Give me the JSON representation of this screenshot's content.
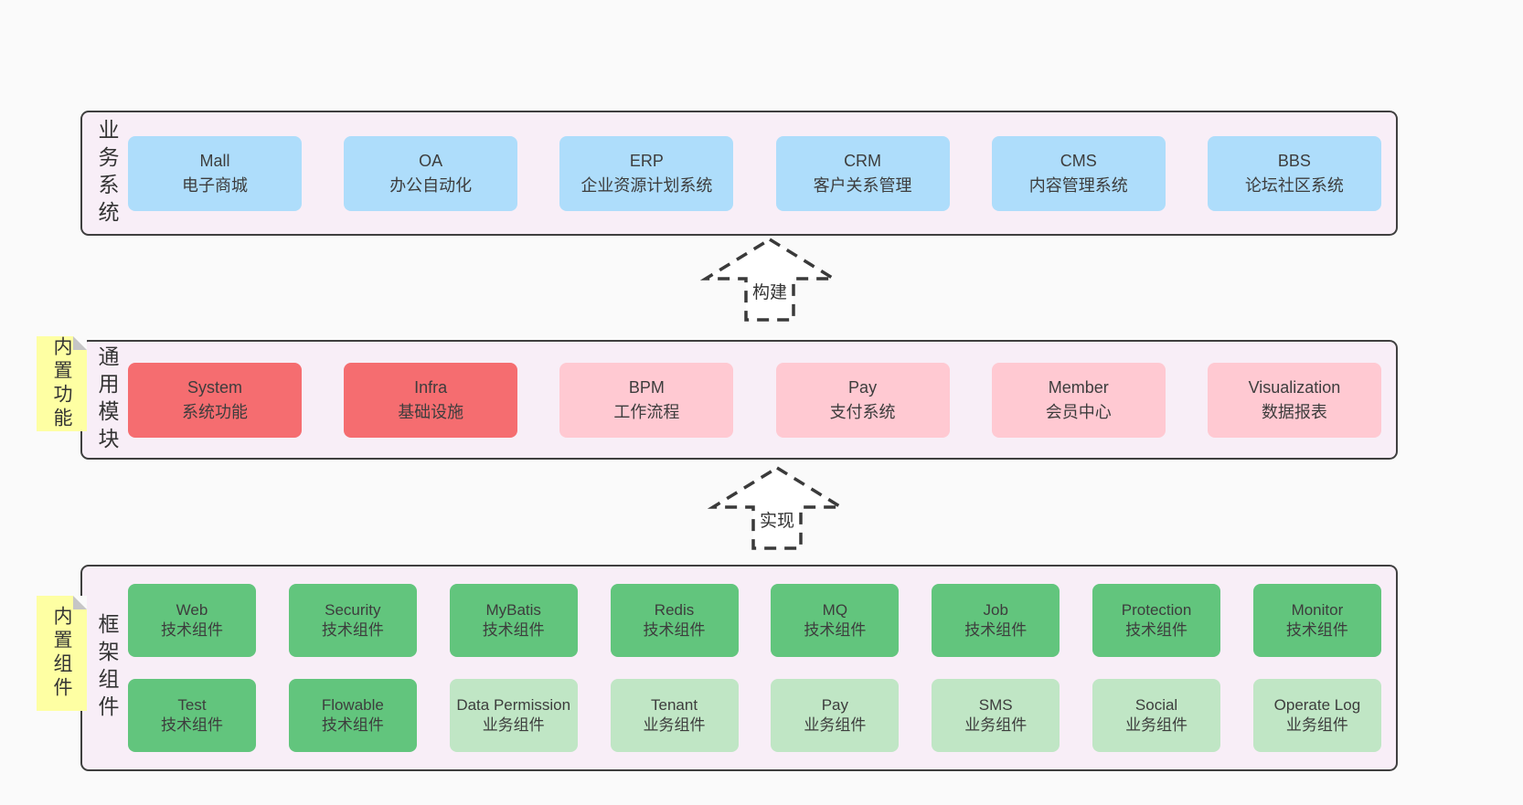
{
  "colors": {
    "page-bg": "#fafafa",
    "panel-bg": "#f8eef7",
    "panel-border": "#3f3f3f",
    "box-blue": "#aeddfb",
    "box-red": "#f56d70",
    "box-pink": "#ffc9d2",
    "box-green": "#62c57d",
    "box-green-light": "#c0e6c5",
    "note-bg": "#feffa3",
    "note-fold": "#c6c6c6",
    "text": "#3d3d3d",
    "arrow-stroke": "#3a3a3a"
  },
  "panels": [
    {
      "id": "business-systems",
      "label": "业务系统",
      "boxes": [
        {
          "en": "Mall",
          "zh": "电子商城",
          "variant": "blue"
        },
        {
          "en": "OA",
          "zh": "办公自动化",
          "variant": "blue"
        },
        {
          "en": "ERP",
          "zh": "企业资源计划系统",
          "variant": "blue"
        },
        {
          "en": "CRM",
          "zh": "客户关系管理",
          "variant": "blue"
        },
        {
          "en": "CMS",
          "zh": "内容管理系统",
          "variant": "blue"
        },
        {
          "en": "BBS",
          "zh": "论坛社区系统",
          "variant": "blue"
        }
      ]
    },
    {
      "id": "common-modules",
      "label": "通用模块",
      "note": "内置功能",
      "boxes": [
        {
          "en": "System",
          "zh": "系统功能",
          "variant": "red"
        },
        {
          "en": "Infra",
          "zh": "基础设施",
          "variant": "red"
        },
        {
          "en": "BPM",
          "zh": "工作流程",
          "variant": "pink"
        },
        {
          "en": "Pay",
          "zh": "支付系统",
          "variant": "pink"
        },
        {
          "en": "Member",
          "zh": "会员中心",
          "variant": "pink"
        },
        {
          "en": "Visualization",
          "zh": "数据报表",
          "variant": "pink"
        }
      ]
    },
    {
      "id": "framework-components",
      "label": "框架组件",
      "note": "内置组件",
      "rows": [
        [
          {
            "en": "Web",
            "zh": "技术组件",
            "variant": "green"
          },
          {
            "en": "Security",
            "zh": "技术组件",
            "variant": "green"
          },
          {
            "en": "MyBatis",
            "zh": "技术组件",
            "variant": "green"
          },
          {
            "en": "Redis",
            "zh": "技术组件",
            "variant": "green"
          },
          {
            "en": "MQ",
            "zh": "技术组件",
            "variant": "green"
          },
          {
            "en": "Job",
            "zh": "技术组件",
            "variant": "green"
          },
          {
            "en": "Protection",
            "zh": "技术组件",
            "variant": "green"
          },
          {
            "en": "Monitor",
            "zh": "技术组件",
            "variant": "green"
          }
        ],
        [
          {
            "en": "Test",
            "zh": "技术组件",
            "variant": "green"
          },
          {
            "en": "Flowable",
            "zh": "技术组件",
            "variant": "green"
          },
          {
            "en": "Data Permission",
            "zh": "业务组件",
            "variant": "green-light"
          },
          {
            "en": "Tenant",
            "zh": "业务组件",
            "variant": "green-light"
          },
          {
            "en": "Pay",
            "zh": "业务组件",
            "variant": "green-light"
          },
          {
            "en": "SMS",
            "zh": "业务组件",
            "variant": "green-light"
          },
          {
            "en": "Social",
            "zh": "业务组件",
            "variant": "green-light"
          },
          {
            "en": "Operate Log",
            "zh": "业务组件",
            "variant": "green-light"
          }
        ]
      ]
    }
  ],
  "arrows": [
    {
      "label": "构建"
    },
    {
      "label": "实现"
    }
  ]
}
